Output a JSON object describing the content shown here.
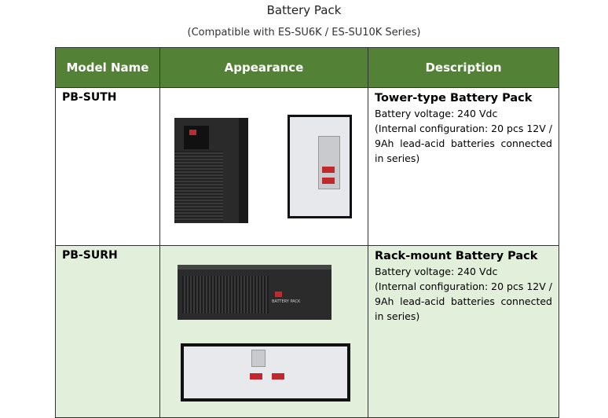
{
  "title": "Battery Pack",
  "subtitle": "(Compatible with ES-SU6K / ES-SU10K Series)",
  "table": {
    "headers": [
      "Model Name",
      "Appearance",
      "Description"
    ],
    "rows": [
      {
        "model": "PB-SUTH",
        "heading": "Tower-type Battery Pack",
        "voltage": "Battery voltage: 240 Vdc",
        "config": "(Internal configuration: 20 pcs 12V / 9Ah lead-acid batteries connected in series)"
      },
      {
        "model": "PB-SURH",
        "heading": "Rack-mount Battery Pack",
        "voltage": "Battery voltage: 240 Vdc",
        "config": "(Internal configuration: 20 pcs 12V / 9Ah lead-acid batteries connected in series)"
      }
    ]
  },
  "colors": {
    "header": "#538135",
    "row_alt": "#e2efda"
  }
}
